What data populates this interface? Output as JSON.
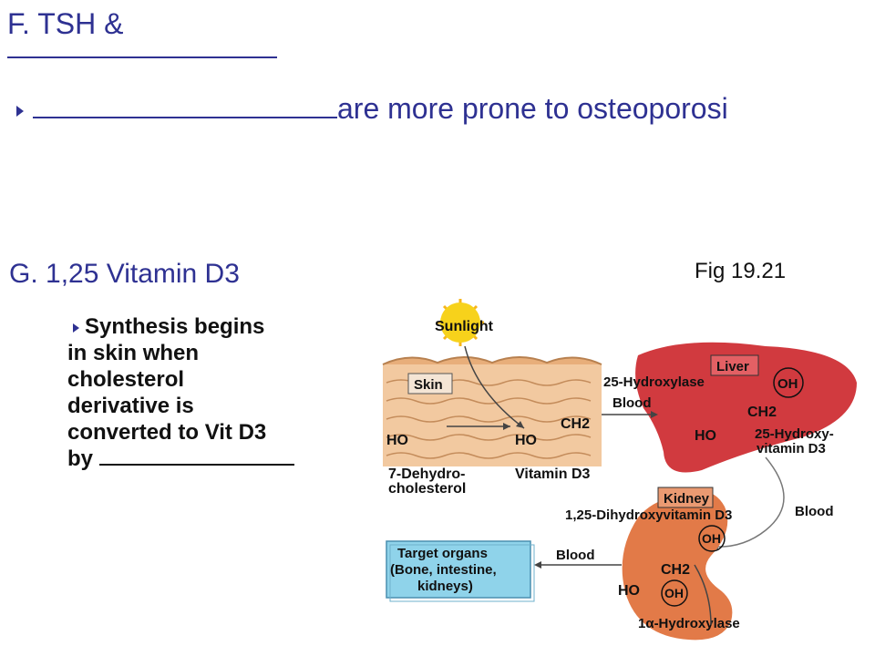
{
  "section_f": {
    "title": "F. TSH &",
    "bullet_text": "are more prone to osteoporosi"
  },
  "section_g": {
    "title": "G. 1,25 Vitamin D3",
    "bullet_lines": [
      "Synthesis begins",
      "in skin when",
      "cholesterol",
      "derivative is",
      "converted to Vit D3",
      "by"
    ]
  },
  "figure": {
    "label": "Fig 19.21",
    "sunlight": "Sunlight",
    "skin": "Skin",
    "liver": "Liver",
    "kidney": "Kidney",
    "hydroxylase_25": "25-Hydroxylase",
    "blood_1": "Blood",
    "blood_2": "Blood",
    "blood_3": "Blood",
    "oh_liver": "OH",
    "ch2_skin": "CH2",
    "ho_skin_left": "HO",
    "ho_skin_right": "HO",
    "ch2_liver": "CH2",
    "ho_liver": "HO",
    "hydroxy_vit_line1": "25-Hydroxy-",
    "hydroxy_vit_line2": "vitamin D3",
    "dehydro_line1": "7-Dehydro-",
    "dehydro_line2": "cholesterol",
    "vitamin_d3": "Vitamin D3",
    "dihydroxy": "1,25-Dihydroxyvitamin D3",
    "target_line1": "Target organs",
    "target_line2": "(Bone, intestine,",
    "target_line3": "kidneys)",
    "oh_kidney_1": "OH",
    "ch2_kidney": "CH2",
    "ho_kidney": "HO",
    "oh_kidney_2": "OH",
    "alpha_hydroxylase": "1α-Hydroxylase"
  },
  "colors": {
    "heading": "#2e3192",
    "liver": "#d13a3f",
    "kidney": "#e27a48",
    "target_box": "#8fd3ea",
    "sun": "#f7d21b"
  }
}
